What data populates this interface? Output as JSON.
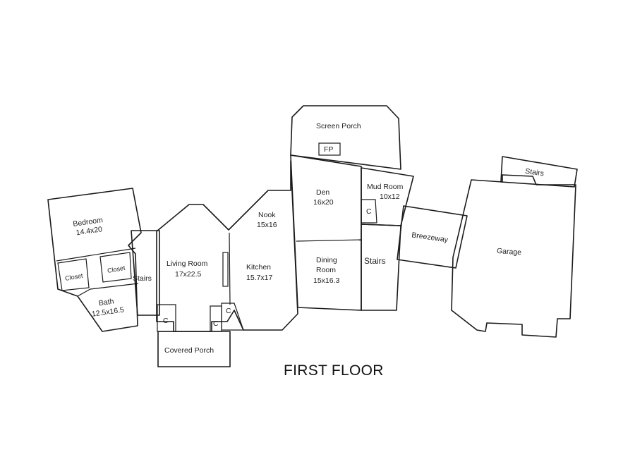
{
  "plan": {
    "title": "FIRST FLOOR",
    "rooms": {
      "bedroom": {
        "name": "Bedroom",
        "size": "14.4x20"
      },
      "closet_left": {
        "name": "Closet"
      },
      "closet_right": {
        "name": "Closet"
      },
      "bath": {
        "name": "Bath",
        "size": "12.5x16.5"
      },
      "stairs_west": {
        "name": "Stairs"
      },
      "living_room": {
        "name": "Living Room",
        "size": "17x22.5"
      },
      "nook": {
        "name": "Nook",
        "size": "15x16"
      },
      "kitchen": {
        "name": "Kitchen",
        "size": "15.7x17"
      },
      "screen_porch": {
        "name": "Screen Porch"
      },
      "fireplace": {
        "name": "FP"
      },
      "den": {
        "name": "Den",
        "size": "16x20"
      },
      "dining_room": {
        "name": "Dining",
        "name2": "Room",
        "size": "15x16.3"
      },
      "mud_room": {
        "name": "Mud Room",
        "size": "10x12"
      },
      "closet_mud": {
        "name": "C"
      },
      "stairs_center": {
        "name": "Stairs"
      },
      "breezeway": {
        "name": "Breezeway"
      },
      "stairs_garage": {
        "name": "Stairs"
      },
      "garage": {
        "name": "Garage"
      },
      "covered_porch": {
        "name": "Covered Porch"
      },
      "closet_c1": {
        "name": "C"
      },
      "closet_c2": {
        "name": "C"
      },
      "closet_c3": {
        "name": "C"
      }
    }
  }
}
